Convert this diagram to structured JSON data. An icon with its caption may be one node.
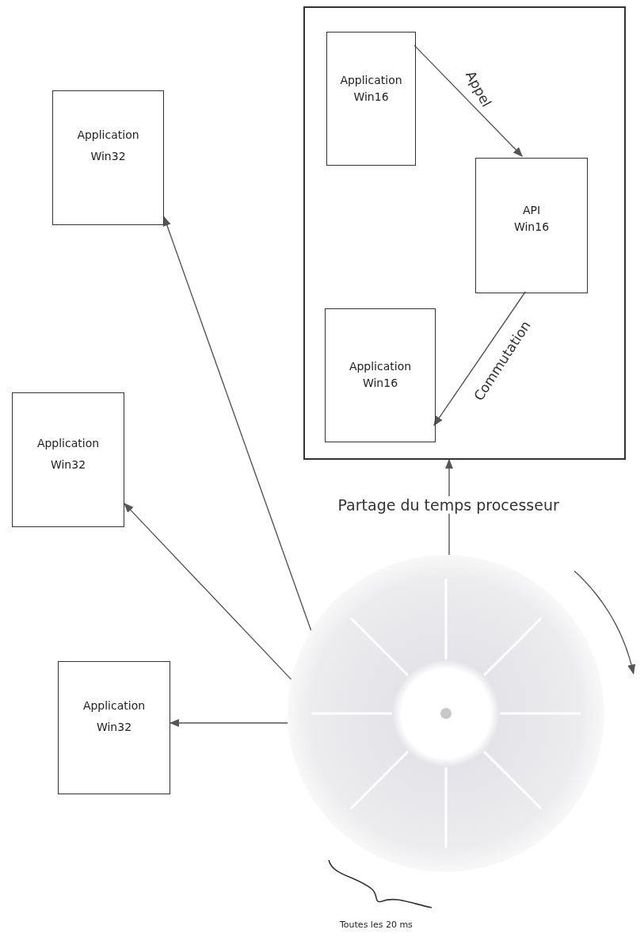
{
  "diagram": {
    "nodes": [
      {
        "text": [],
        "shape": "box"
      },
      {
        "text": [
          "Application Win16"
        ],
        "in": 0
      },
      {
        "text": [
          "API Win16"
        ],
        "in": 0
      },
      {
        "text": [
          "Application Win16"
        ],
        "in": 0
      },
      {
        "text": [
          "Application Win32"
        ]
      },
      {
        "text": [
          "Application Win32"
        ]
      },
      {
        "text": [
          "Application Win32"
        ]
      },
      {
        "text": [],
        "shape": "circle"
      }
    ],
    "edges": [
      {
        "from": 1,
        "to": 2,
        "arrow": "to",
        "label": "Appel"
      },
      {
        "from": 2,
        "to": 3,
        "arrow": "to",
        "label": "Commutation"
      },
      {
        "from": 7,
        "to": 0,
        "arrow": "to",
        "label": "Partage du temps processeur"
      },
      {
        "from": 7,
        "to": 4,
        "arrow": "to"
      },
      {
        "from": 7,
        "to": 5,
        "arrow": "to"
      },
      {
        "from": 7,
        "to": 6,
        "arrow": "to"
      }
    ],
    "labels": [
      "Toutes les 20 ms"
    ]
  }
}
